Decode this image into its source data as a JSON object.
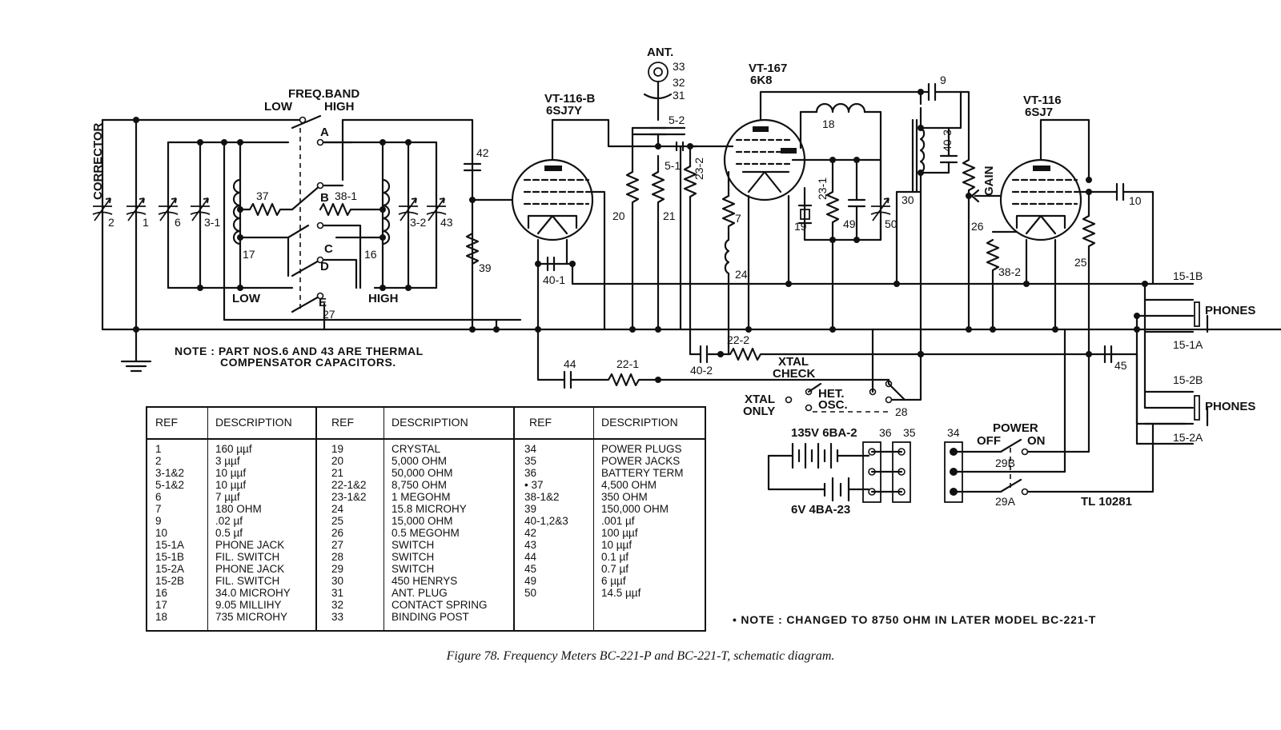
{
  "labels": {
    "corrector": "CORRECTOR",
    "freq_band": "FREQ.BAND",
    "low": "LOW",
    "high": "HIGH",
    "low2": "LOW",
    "high2": "HIGH",
    "sw_a": "A",
    "sw_b": "B",
    "sw_c": "C",
    "sw_d": "D",
    "sw_e": "E",
    "ant": "ANT.",
    "tube1_name": "VT-116-B",
    "tube1_type": "6SJ7Y",
    "tube2_name": "VT-167",
    "tube2_type": "6K8",
    "tube3_name": "VT-116",
    "tube3_type": "6SJ7",
    "gain": "GAIN",
    "xtal_check_1": "XTAL",
    "xtal_check_2": "CHECK",
    "xtal_only_1": "XTAL",
    "xtal_only_2": "ONLY",
    "het_osc_1": "HET.",
    "het_osc_2": "OSC.",
    "power": "POWER",
    "off": "OFF",
    "on": "ON",
    "phones_1": "PHONES",
    "phones_2": "PHONES",
    "bat_135": "135V 6BA-2",
    "bat_6": "6V 4BA-23",
    "tl": "TL 10281",
    "note_line1": "NOTE : PART NOS.6 AND 43 ARE THERMAL",
    "note_line2": "COMPENSATOR CAPACITORS."
  },
  "part_numbers": {
    "p2": "2",
    "p1": "1",
    "p6": "6",
    "p3_1": "3-1",
    "p37": "37",
    "p38_1": "38-1",
    "p17": "17",
    "p16": "16",
    "p3_2": "3-2",
    "p43": "43",
    "p27": "27",
    "p42": "42",
    "p39": "39",
    "p40_1": "40-1",
    "p44": "44",
    "p22_1": "22-1",
    "p33": "33",
    "p32": "32",
    "p31": "31",
    "p5_2": "5-2",
    "p5_1": "5-1",
    "p20": "20",
    "p21": "21",
    "p23_2": "23-2",
    "p18": "18",
    "p9": "9",
    "p40_3": "40-3",
    "p30": "30",
    "p23_1": "23-1",
    "p19": "19",
    "p49": "49",
    "p50": "50",
    "p7": "7",
    "p24": "24",
    "p22_2": "22-2",
    "p40_2": "40-2",
    "p28": "28",
    "p26": "26",
    "p38_2": "38-2",
    "p25": "25",
    "p10": "10",
    "p45": "45",
    "p15_1b": "15-1B",
    "p15_1a": "15-1A",
    "p15_2b": "15-2B",
    "p15_2a": "15-2A",
    "p36": "36",
    "p35": "35",
    "p34": "34",
    "p29b": "29B",
    "p29a": "29A"
  },
  "table": {
    "header_ref": "REF",
    "header_desc": "DESCRIPTION",
    "columns": [
      {
        "refs": [
          "1",
          "2",
          "3-1&2",
          "5-1&2",
          "6",
          "7",
          "9",
          "10",
          "15-1A",
          "15-1B",
          "15-2A",
          "15-2B",
          "16",
          "17",
          "18"
        ],
        "descs": [
          "160 µµf",
          "3 µµf",
          "10 µµf",
          "10 µµf",
          "7 µµf",
          "180 OHM",
          ".02 µf",
          "0.5 µf",
          "PHONE JACK",
          "FIL. SWITCH",
          "PHONE JACK",
          "FIL. SWITCH",
          "34.0 MICROHY",
          "9.05 MILLIHY",
          "735 MICROHY"
        ]
      },
      {
        "refs": [
          "19",
          "20",
          "21",
          "22-1&2",
          "23-1&2",
          "24",
          "25",
          "26",
          "27",
          "28",
          "29",
          "30",
          "31",
          "32",
          "33"
        ],
        "descs": [
          "CRYSTAL",
          "5,000 OHM",
          "50,000 OHM",
          "8,750 OHM",
          "1 MEGOHM",
          "15.8 MICROHY",
          "15,000 OHM",
          "0.5 MEGOHM",
          "SWITCH",
          "SWITCH",
          "SWITCH",
          "450 HENRYS",
          "ANT. PLUG",
          "CONTACT SPRING",
          "BINDING POST"
        ]
      },
      {
        "refs": [
          "34",
          "35",
          "36",
          "• 37",
          "38-1&2",
          "39",
          "40-1,2&3",
          "42",
          "43",
          "44",
          "45",
          "49",
          "50"
        ],
        "descs": [
          "POWER PLUGS",
          "POWER JACKS",
          "BATTERY TERM",
          "4,500 OHM",
          "350 OHM",
          "150,000 OHM",
          ".001 µf",
          "100 µµf",
          "10 µµf",
          "0.1 µf",
          "0.7 µf",
          "6 µµf",
          "14.5 µµf"
        ]
      }
    ]
  },
  "later_note": "• NOTE :  CHANGED TO 8750 OHM IN LATER MODEL BC-221-T",
  "caption": "Figure 78.   Frequency Meters BC-221-P and BC-221-T, schematic diagram."
}
